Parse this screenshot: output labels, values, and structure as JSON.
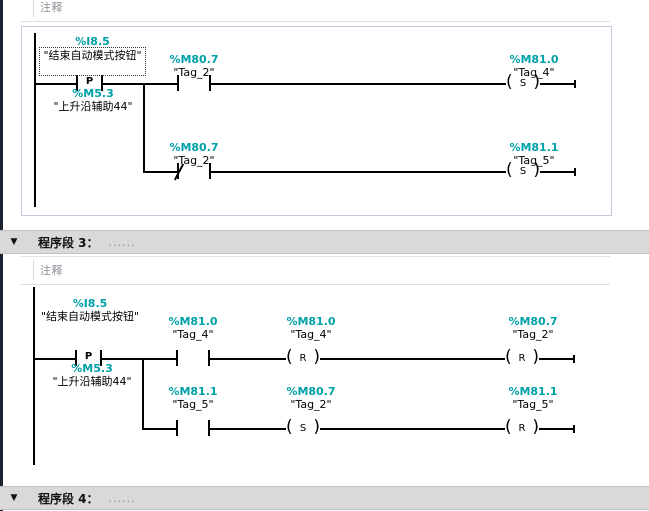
{
  "meta": {
    "accent_teal": "#00a0a8",
    "header_bg": "#d9d9d9",
    "left_strip": "#1c2133",
    "network_border": "#c8c8dc"
  },
  "comment_placeholder": "注释",
  "networks": [
    {
      "id": "network-2-body",
      "comment": "注释",
      "rungs": [
        {
          "branch": "top",
          "elements": [
            {
              "kind": "contact-p",
              "addr": "%I8.5",
              "sym": "\"结束自动模式按钮\"",
              "glyph": "P"
            },
            {
              "kind": "contact-no",
              "addr": "%M80.7",
              "sym": "\"Tag_2\""
            },
            {
              "kind": "coil-set",
              "addr": "%M81.0",
              "sym": "\"Tag_4\"",
              "glyph": "S"
            }
          ],
          "under": {
            "addr": "%M5.3",
            "sym": "\"上升沿辅助44\""
          }
        },
        {
          "branch": "bottom",
          "elements": [
            {
              "kind": "contact-nc",
              "addr": "%M80.7",
              "sym": "\"Tag_2\""
            },
            {
              "kind": "coil-set",
              "addr": "%M81.1",
              "sym": "\"Tag_5\"",
              "glyph": "S"
            }
          ]
        }
      ]
    },
    {
      "id": "network-3-body",
      "comment": "注释",
      "rungs": [
        {
          "branch": "top",
          "elements": [
            {
              "kind": "contact-p",
              "addr": "%I8.5",
              "sym": "\"结束自动模式按钮\"",
              "glyph": "P"
            },
            {
              "kind": "contact-no",
              "addr": "%M81.0",
              "sym": "\"Tag_4\""
            },
            {
              "kind": "coil-reset",
              "addr": "%M81.0",
              "sym": "\"Tag_4\"",
              "glyph": "R"
            },
            {
              "kind": "coil-reset",
              "addr": "%M80.7",
              "sym": "\"Tag_2\"",
              "glyph": "R"
            }
          ],
          "under": {
            "addr": "%M5.3",
            "sym": "\"上升沿辅助44\""
          }
        },
        {
          "branch": "bottom",
          "elements": [
            {
              "kind": "contact-no",
              "addr": "%M81.1",
              "sym": "\"Tag_5\""
            },
            {
              "kind": "coil-set",
              "addr": "%M80.7",
              "sym": "\"Tag_2\"",
              "glyph": "S"
            },
            {
              "kind": "coil-reset",
              "addr": "%M81.1",
              "sym": "\"Tag_5\"",
              "glyph": "R"
            }
          ]
        }
      ]
    }
  ],
  "headers": [
    {
      "id": "network-3-header",
      "triangle": "▼",
      "title": "程序段 3：",
      "dots": "......"
    },
    {
      "id": "network-4-header",
      "triangle": "▼",
      "title": "程序段 4：",
      "dots": "......"
    }
  ],
  "n2": {
    "op_a_addr": "%I8.5",
    "op_a_sym": "\"结束自动模式按钮\"",
    "op_a_under_addr": "%M5.3",
    "op_a_under_sym": "\"上升沿辅助44\"",
    "p_glyph": "P",
    "op_b_addr": "%M80.7",
    "op_b_sym": "\"Tag_2\"",
    "op_c_addr": "%M81.0",
    "op_c_sym": "\"Tag_4\"",
    "op_c_glyph": "S",
    "op_d_addr": "%M80.7",
    "op_d_sym": "\"Tag_2\"",
    "op_e_addr": "%M81.1",
    "op_e_sym": "\"Tag_5\"",
    "op_e_glyph": "S"
  },
  "n3": {
    "op_a_addr": "%I8.5",
    "op_a_sym": "\"结束自动模式按钮\"",
    "op_a_under_addr": "%M5.3",
    "op_a_under_sym": "\"上升沿辅助44\"",
    "p_glyph": "P",
    "op_b_addr": "%M81.0",
    "op_b_sym": "\"Tag_4\"",
    "op_c_addr": "%M81.0",
    "op_c_sym": "\"Tag_4\"",
    "op_c_glyph": "R",
    "op_d_addr": "%M80.7",
    "op_d_sym": "\"Tag_2\"",
    "op_d_glyph": "R",
    "op_e_addr": "%M81.1",
    "op_e_sym": "\"Tag_5\"",
    "op_f_addr": "%M80.7",
    "op_f_sym": "\"Tag_2\"",
    "op_f_glyph": "S",
    "op_g_addr": "%M81.1",
    "op_g_sym": "\"Tag_5\"",
    "op_g_glyph": "R"
  }
}
